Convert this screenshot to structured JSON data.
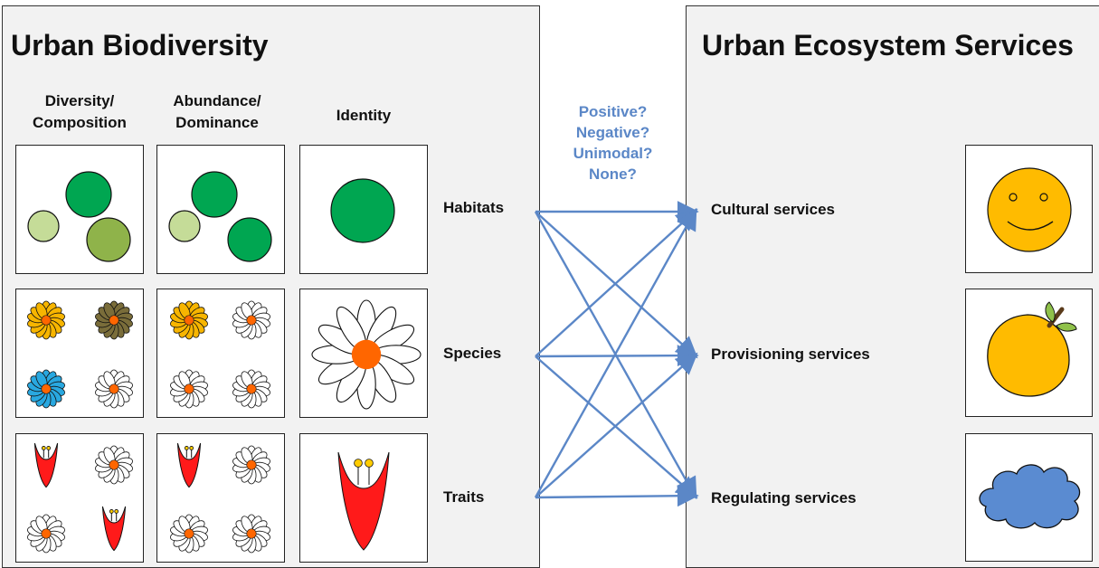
{
  "biodiversity": {
    "title": "Urban Biodiversity",
    "columns": [
      "Diversity/\nComposition",
      "Abundance/\nDominance",
      "Identity"
    ]
  },
  "levels": [
    "Habitats",
    "Species",
    "Traits"
  ],
  "relationship_question": "Positive?\nNegative?\nUnimodal?\nNone?",
  "ecosystem": {
    "title": "Urban Ecosystem Services",
    "services": [
      "Cultural services",
      "Provisioning services",
      "Regulating services"
    ]
  },
  "colors": {
    "panel_bg": "#f2f2f2",
    "arrow_blue": "#5b87c7",
    "green_dark": "#00a651",
    "green_mid": "#8fb34a",
    "green_light": "#c5dc98",
    "flower_yellow": "#f7b500",
    "flower_olive": "#7a6d3a",
    "flower_blue": "#29a8e0",
    "flower_center": "#ff6600",
    "trait_red": "#ff1a1a",
    "smiley_yellow": "#ffbb00",
    "cloud_blue": "#5a8bd1"
  },
  "icons": [
    "habitat-circles",
    "flower-icon",
    "red-trait-flower-icon",
    "smiley-face-icon",
    "fruit-icon",
    "cloud-icon"
  ]
}
